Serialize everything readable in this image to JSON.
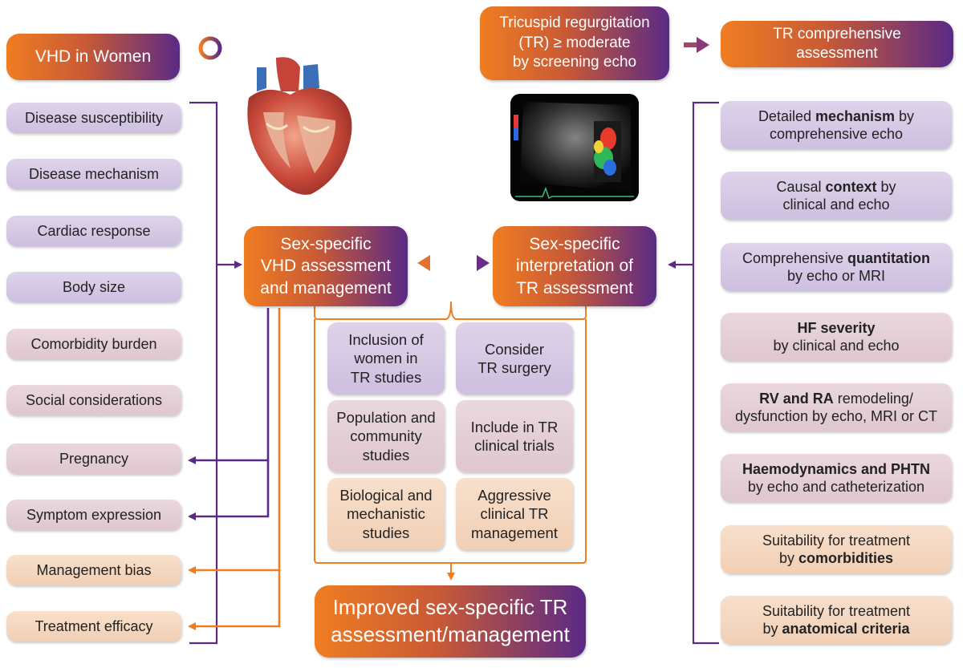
{
  "header": {
    "vhd_women": "VHD in Women",
    "tr_screening": [
      "Tricuspid regurgitation",
      "(TR) ≥ moderate",
      "by screening echo"
    ],
    "tr_comprehensive": [
      "TR comprehensive",
      "assessment"
    ]
  },
  "left_factors": [
    "Disease susceptibility",
    "Disease mechanism",
    "Cardiac response",
    "Body size",
    "Comorbidity burden",
    "Social considerations",
    "Pregnancy",
    "Symptom expression",
    "Management bias",
    "Treatment efficacy"
  ],
  "center": {
    "vhd_assessment": [
      "Sex-specific",
      "VHD assessment",
      "and management"
    ],
    "tr_interpretation": [
      "Sex-specific",
      "interpretation of",
      "TR assessment"
    ],
    "grid": [
      [
        "Inclusion of",
        "women in",
        "TR studies"
      ],
      [
        "Consider",
        "TR surgery"
      ],
      [
        "Population and",
        "community",
        "studies"
      ],
      [
        "Include in TR",
        "clinical trials"
      ],
      [
        "Biological and",
        "mechanistic",
        "studies"
      ],
      [
        "Aggressive",
        "clinical TR",
        "management"
      ]
    ],
    "improved": [
      "Improved sex-specific TR",
      "assessment/management"
    ]
  },
  "right_items": [
    {
      "pre": "Detailed ",
      "bold": "mechanism",
      "post": " by",
      "line2": "comprehensive echo"
    },
    {
      "pre": "Causal ",
      "bold": "context",
      "post": " by",
      "line2": "clinical and echo"
    },
    {
      "pre": "Comprehensive ",
      "bold": "quantitation",
      "post": "",
      "line2": "by echo or MRI"
    },
    {
      "pre": "",
      "bold": "HF severity",
      "post": "",
      "line2": "by clinical and echo"
    },
    {
      "pre": "",
      "bold": "RV and RA",
      "post": " remodeling/",
      "line2": "dysfunction by echo, MRI or CT"
    },
    {
      "pre": "",
      "bold": "Haemodynamics and PHTN",
      "post": "",
      "line2": "by echo and catheterization"
    },
    {
      "pre": "Suitability for treatment",
      "bold": "",
      "post": "",
      "line2pre": "by ",
      "line2bold": "comorbidities"
    },
    {
      "pre": "Suitability for treatment",
      "bold": "",
      "post": "",
      "line2pre": "by ",
      "line2bold": "anatomical criteria"
    }
  ],
  "colors": {
    "orange": "#ef7d22",
    "purple": "#5a2a86",
    "lavender": "#d6cae6",
    "mauve": "#e4cfd6",
    "peach": "#f4d6bf"
  },
  "icons": [
    "female-symbol-icon",
    "heart-anatomy-illustration",
    "echocardiogram-image"
  ]
}
